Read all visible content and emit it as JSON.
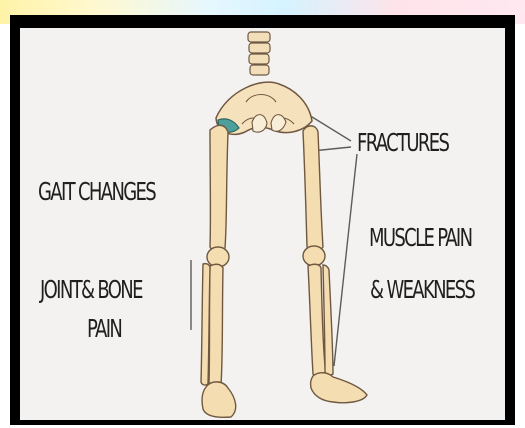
{
  "labels": {
    "fractures": "FRACTURES",
    "gait": "GAIT CHANGES",
    "joint_line1": "JOINT& BONE",
    "joint_line2": "PAIN",
    "muscle_line1": "MUSCLE PAIN",
    "muscle_line2": "& WEAKNESS"
  },
  "colors": {
    "bone_fill": "#f4ddb1",
    "bone_outline": "#6f5840",
    "hip_accent": "#4d9f9b",
    "frame": "#000000",
    "panel": "#f3f2f0"
  }
}
